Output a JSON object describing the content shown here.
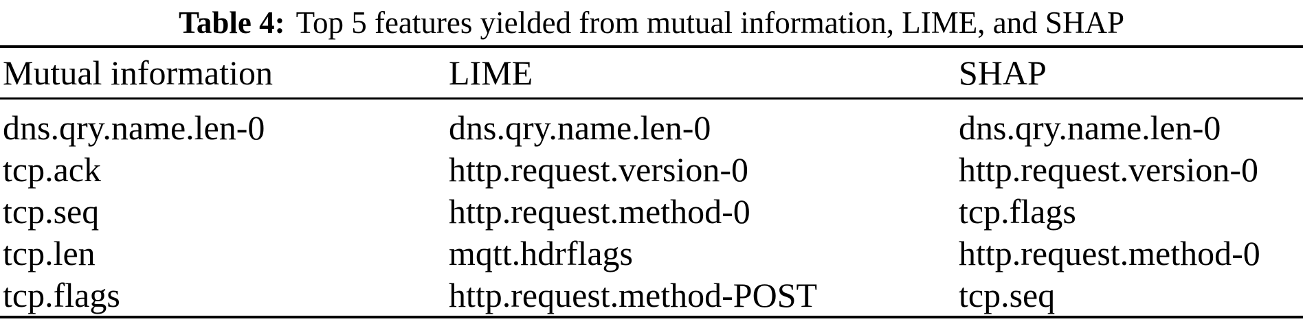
{
  "colors": {
    "text": "#000000",
    "background": "#ffffff",
    "rule": "#000000"
  },
  "table": {
    "caption": {
      "label": "Table 4:",
      "text": "Top 5 features yielded from mutual information, LIME, and SHAP"
    },
    "columns": [
      "Mutual information",
      "LIME",
      "SHAP"
    ],
    "rows": [
      [
        "dns.qry.name.len-0",
        "dns.qry.name.len-0",
        "dns.qry.name.len-0"
      ],
      [
        "tcp.ack",
        "http.request.version-0",
        "http.request.version-0"
      ],
      [
        "tcp.seq",
        "http.request.method-0",
        "tcp.flags"
      ],
      [
        "tcp.len",
        "mqtt.hdrflags",
        "http.request.method-0"
      ],
      [
        "tcp.flags",
        "http.request.method-POST",
        "tcp.seq"
      ]
    ]
  }
}
